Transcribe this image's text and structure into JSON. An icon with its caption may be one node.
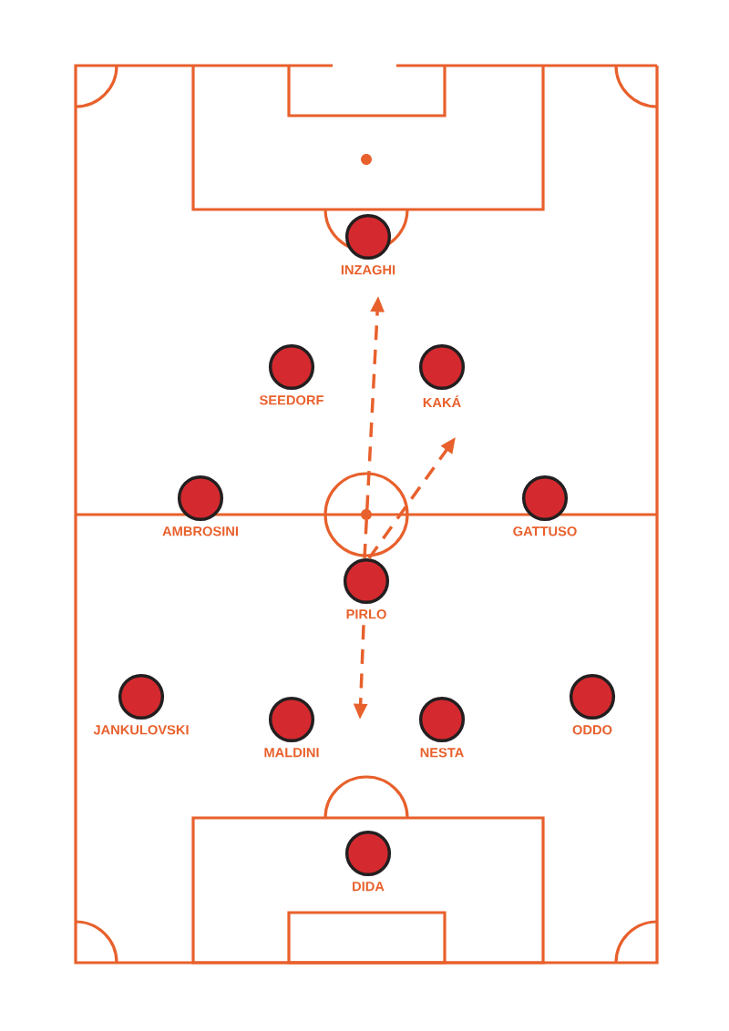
{
  "diagram": {
    "nodes": [
      {
        "text": [
          "INZAGHI"
        ]
      },
      {
        "text": [
          "SEEDORF"
        ]
      },
      {
        "text": [
          "KAKÁ"
        ]
      },
      {
        "text": [
          "AMBROSINI"
        ]
      },
      {
        "text": [
          "GATTUSO"
        ]
      },
      {
        "text": [
          "PIRLO"
        ]
      },
      {
        "text": [
          "JANKULOVSKI"
        ]
      },
      {
        "text": [
          "MALDINI"
        ]
      },
      {
        "text": [
          "NESTA"
        ]
      },
      {
        "text": [
          "ODDO"
        ]
      },
      {
        "text": [
          "DIDA"
        ]
      }
    ],
    "edges": [
      {
        "from": 5,
        "to": null,
        "arrow": "to",
        "style": "dashed"
      },
      {
        "from": 5,
        "to": null,
        "arrow": "to",
        "style": "dashed"
      },
      {
        "from": 5,
        "to": null,
        "arrow": "to",
        "style": "dashed"
      }
    ]
  }
}
